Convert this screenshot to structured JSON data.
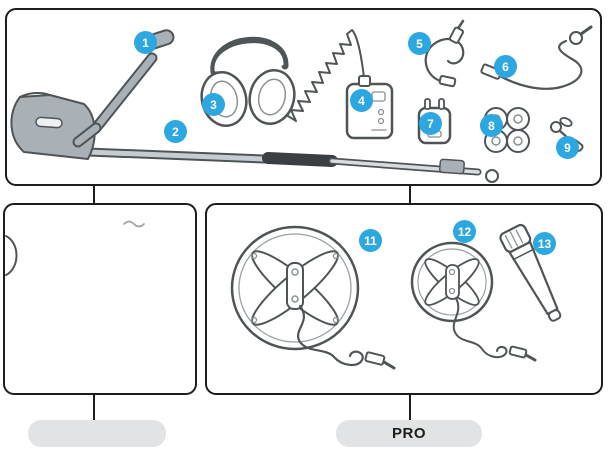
{
  "parts": [
    {
      "num": "1",
      "name": "upper-stem-with-handle"
    },
    {
      "num": "2",
      "name": "lower-stem-with-armrest"
    },
    {
      "num": "3",
      "name": "headphones"
    },
    {
      "num": "4",
      "name": "control-box"
    },
    {
      "num": "5",
      "name": "short-cable"
    },
    {
      "num": "6",
      "name": "audio-cable"
    },
    {
      "num": "7",
      "name": "mains-charger"
    },
    {
      "num": "8",
      "name": "charging-clip"
    },
    {
      "num": "9",
      "name": "small-fastener"
    },
    {
      "num": "11",
      "name": "large-search-coil"
    },
    {
      "num": "12",
      "name": "small-search-coil"
    },
    {
      "num": "13",
      "name": "pinpointer"
    }
  ],
  "labels": {
    "pro": "PRO"
  },
  "colors": {
    "badge": "#2da7e0",
    "badge_text": "#ffffff",
    "panel_border": "#1d1d1b",
    "line_art": "#4f5457",
    "pill_bg": "#e2e3e4"
  }
}
